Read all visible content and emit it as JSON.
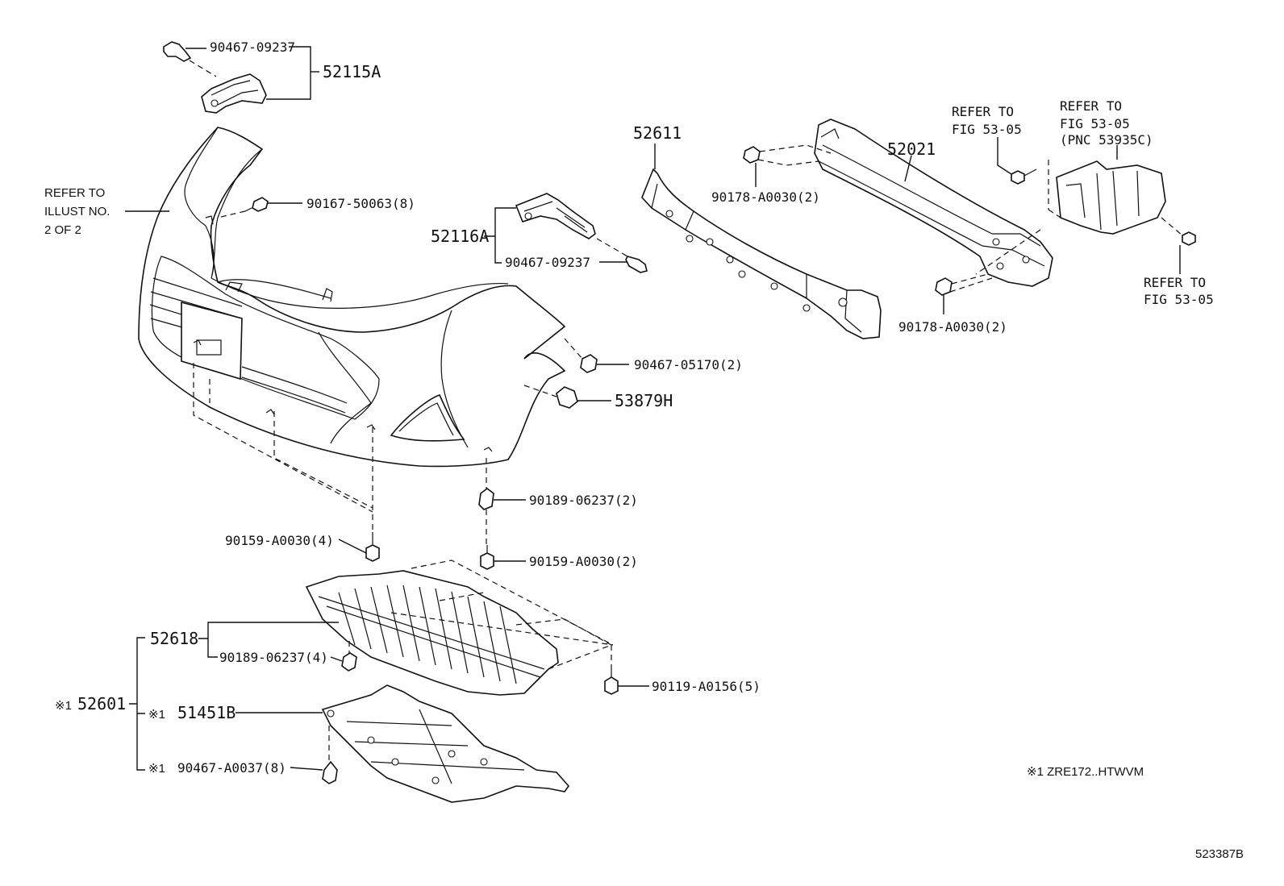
{
  "labels": {
    "p_90467_09237_top": "90467-09237",
    "p_52115A": "52115A",
    "refer_illust_1": "REFER TO",
    "refer_illust_2": "ILLUST NO.",
    "refer_illust_3": "2 OF 2",
    "p_90167_50063": "90167-50063(8)",
    "p_52116A": "52116A",
    "p_90467_09237_mid": "90467-09237",
    "p_52611": "52611",
    "p_90178_A0030_top": "90178-A0030(2)",
    "p_52021": "52021",
    "refer_fig_a1": "REFER TO",
    "refer_fig_a2": "FIG 53-05",
    "refer_fig_b1": "REFER TO",
    "refer_fig_b2": "FIG 53-05",
    "refer_fig_b3": "(PNC 53935C)",
    "refer_fig_c1": "REFER TO",
    "refer_fig_c2": "FIG 53-05",
    "p_90178_A0030_bot": "90178-A0030(2)",
    "p_90467_05170": "90467-05170(2)",
    "p_53879H": "53879H",
    "p_90189_06237_2": "90189-06237(2)",
    "p_90159_A0030_4": "90159-A0030(4)",
    "p_90159_A0030_2": "90159-A0030(2)",
    "p_52618": "52618",
    "p_90189_06237_4": "90189-06237(4)",
    "p_90119_A0156": "90119-A0156(5)",
    "p_52601": "52601",
    "p_51451B": "51451B",
    "p_90467_A0037": "90467-A0037(8)",
    "mark_52601": "※1",
    "mark_51451B": "※1",
    "mark_90467_A0037": "※1",
    "footnote": "※1 ZRE172..HTWVM",
    "diagram_id": "523387B"
  }
}
